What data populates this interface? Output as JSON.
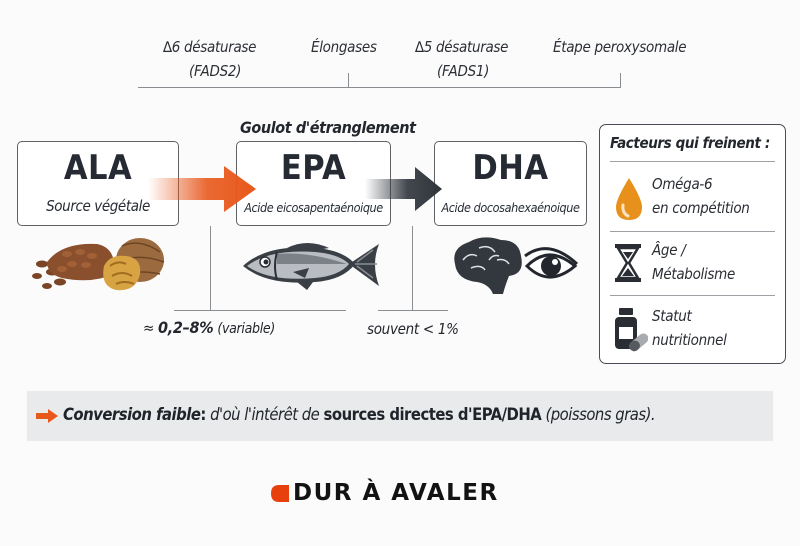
{
  "enzymes": [
    {
      "name": "∆6 désaturase",
      "gene": "(FADS2)"
    },
    {
      "name": "Élongases"
    },
    {
      "name": "∆5 désaturase",
      "gene": "(FADS1)"
    },
    {
      "name": "Étape peroxysomale"
    }
  ],
  "bottleneck_label": "Goulot d'étranglement",
  "nodes": [
    {
      "acronym": "ALA",
      "subtitle": "Source végétale",
      "icon": "seeds-walnut-icon"
    },
    {
      "acronym": "EPA",
      "subtitle": "Acide eicosapentaénoique",
      "icon": "fish-icon"
    },
    {
      "acronym": "DHA",
      "subtitle": "Acide docosahexaénoique",
      "icon": "brain-eye-icon"
    }
  ],
  "conversion_rates": {
    "ala_to_epa": {
      "prefix": "≈",
      "value": "0,2–8%",
      "note": "(variable)"
    },
    "epa_to_dha": {
      "text": "souvent < 1%"
    }
  },
  "factors": {
    "title": "Facteurs qui freinent :",
    "items": [
      {
        "line1": "Oméga-6",
        "line2": "en compétition",
        "icon": "oil-drop-icon"
      },
      {
        "line1": "Âge /",
        "line2": "Métabolisme",
        "icon": "hourglass-icon"
      },
      {
        "line1": "Statut",
        "line2": "nutritionnel",
        "icon": "supplement-bottle-icon"
      }
    ]
  },
  "conclusion": {
    "lead": "Conversion faible",
    "colon": ":",
    "mid": " d'où l'intérêt de ",
    "bold": "sources directes d'EPA/DHA",
    "tail": " (poissons gras)."
  },
  "brand": {
    "name": "DUR À AVALER"
  },
  "colors": {
    "accent_orange": "#e8581c",
    "dark_arrow": "#2f343b",
    "drop_orange": "#e8901c",
    "banner_bg": "#e9eaeb"
  }
}
